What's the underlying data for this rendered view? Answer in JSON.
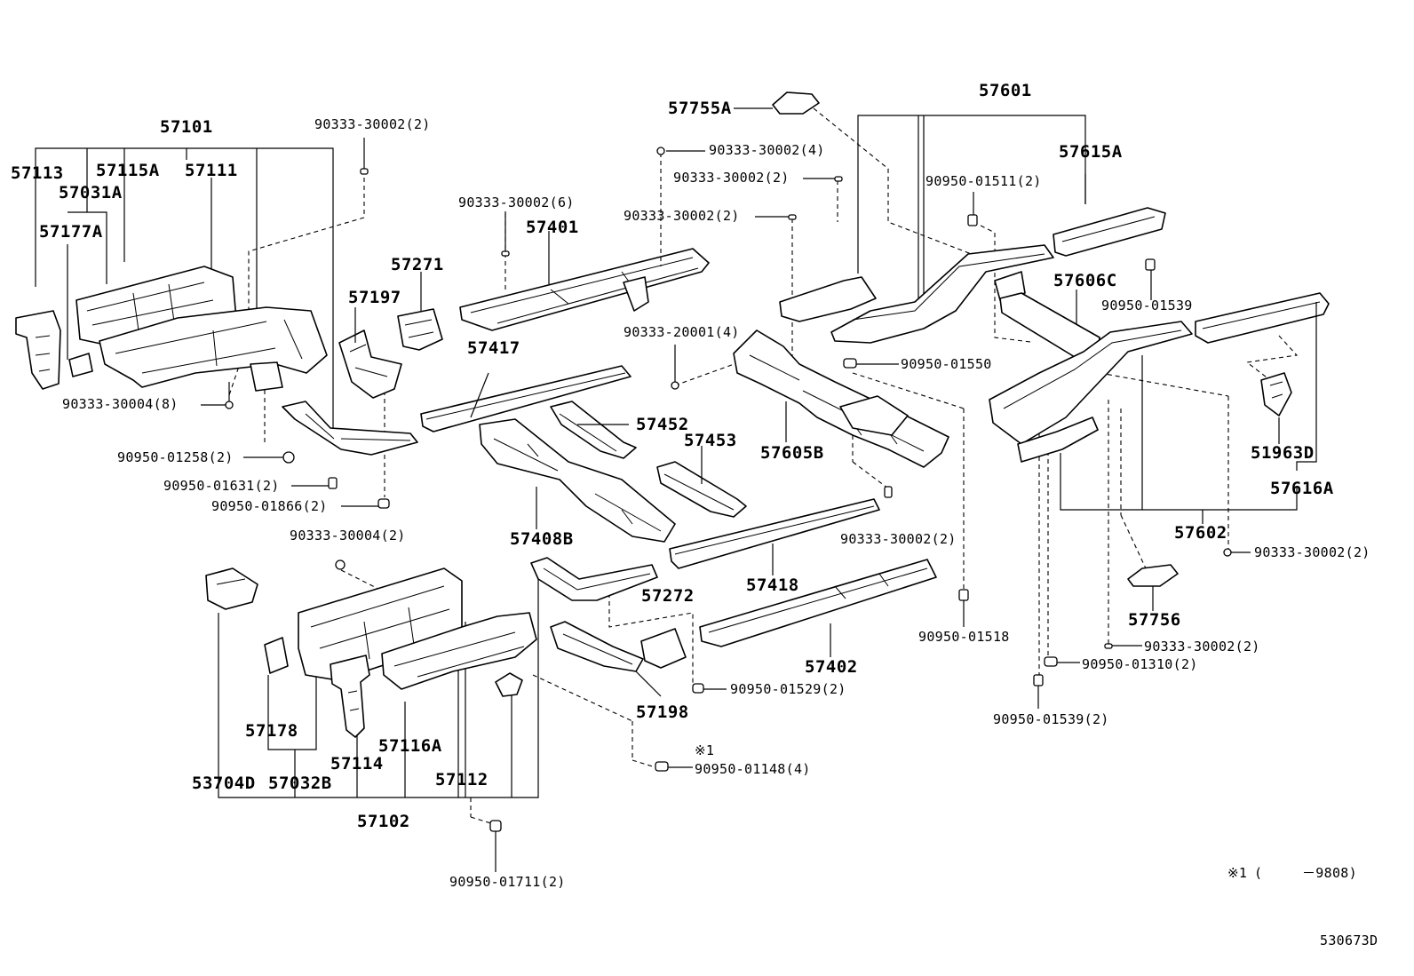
{
  "labels": [
    {
      "id": "p57101",
      "text": "57101",
      "size": "big"
    },
    {
      "id": "p57113",
      "text": "57113",
      "size": "big"
    },
    {
      "id": "p57115A",
      "text": "57115A",
      "size": "big"
    },
    {
      "id": "p57111",
      "text": "57111",
      "size": "big"
    },
    {
      "id": "p57031A",
      "text": "57031A",
      "size": "big"
    },
    {
      "id": "p57177A",
      "text": "57177A",
      "size": "big"
    },
    {
      "id": "f90333_30002_2_a",
      "text": "90333-30002(2)",
      "size": "small"
    },
    {
      "id": "f90333_30004_8",
      "text": "90333-30004(8)",
      "size": "small"
    },
    {
      "id": "f90950_01258_2",
      "text": "90950-01258(2)",
      "size": "small"
    },
    {
      "id": "f90950_01631_2",
      "text": "90950-01631(2)",
      "size": "small"
    },
    {
      "id": "f90950_01866_2",
      "text": "90950-01866(2)",
      "size": "small"
    },
    {
      "id": "p57197",
      "text": "57197",
      "size": "big"
    },
    {
      "id": "p57271",
      "text": "57271",
      "size": "big"
    },
    {
      "id": "f90333_30002_6",
      "text": "90333-30002(6)",
      "size": "small"
    },
    {
      "id": "p57401",
      "text": "57401",
      "size": "big"
    },
    {
      "id": "p57417",
      "text": "57417",
      "size": "big"
    },
    {
      "id": "p57755A",
      "text": "57755A",
      "size": "big"
    },
    {
      "id": "f90333_30002_4",
      "text": "90333-30002(4)",
      "size": "small"
    },
    {
      "id": "f90333_30002_2_b",
      "text": "90333-30002(2)",
      "size": "small"
    },
    {
      "id": "f90333_30002_2_c",
      "text": "90333-30002(2)",
      "size": "small"
    },
    {
      "id": "f90333_20001_4",
      "text": "90333-20001(4)",
      "size": "small"
    },
    {
      "id": "p57452",
      "text": "57452",
      "size": "big"
    },
    {
      "id": "p57453",
      "text": "57453",
      "size": "big"
    },
    {
      "id": "p57605B",
      "text": "57605B",
      "size": "big"
    },
    {
      "id": "p57408B",
      "text": "57408B",
      "size": "big"
    },
    {
      "id": "p57601",
      "text": "57601",
      "size": "big"
    },
    {
      "id": "p57615A",
      "text": "57615A",
      "size": "big"
    },
    {
      "id": "f90950_01511_2",
      "text": "90950-01511(2)",
      "size": "small"
    },
    {
      "id": "p57606C",
      "text": "57606C",
      "size": "big"
    },
    {
      "id": "f90950_01539",
      "text": "90950-01539",
      "size": "small"
    },
    {
      "id": "f90950_01550",
      "text": "90950-01550",
      "size": "small"
    },
    {
      "id": "p51963D",
      "text": "51963D",
      "size": "big"
    },
    {
      "id": "p57616A",
      "text": "57616A",
      "size": "big"
    },
    {
      "id": "p57602",
      "text": "57602",
      "size": "big"
    },
    {
      "id": "f90333_30002_2_d",
      "text": "90333-30002(2)",
      "size": "small"
    },
    {
      "id": "f90333_30002_2_e",
      "text": "90333-30002(2)",
      "size": "small"
    },
    {
      "id": "p57756",
      "text": "57756",
      "size": "big"
    },
    {
      "id": "f90333_30002_2_f",
      "text": "90333-30002(2)",
      "size": "small"
    },
    {
      "id": "f90950_01310_2",
      "text": "90950-01310(2)",
      "size": "small"
    },
    {
      "id": "f90950_01539_2",
      "text": "90950-01539(2)",
      "size": "small"
    },
    {
      "id": "f90950_01518",
      "text": "90950-01518",
      "size": "small"
    },
    {
      "id": "p57418",
      "text": "57418",
      "size": "big"
    },
    {
      "id": "p57402",
      "text": "57402",
      "size": "big"
    },
    {
      "id": "f90333_30004_2",
      "text": "90333-30004(2)",
      "size": "small"
    },
    {
      "id": "p57272",
      "text": "57272",
      "size": "big"
    },
    {
      "id": "f90950_01529_2",
      "text": "90950-01529(2)",
      "size": "small"
    },
    {
      "id": "p57198",
      "text": "57198",
      "size": "big"
    },
    {
      "id": "note_mark",
      "text": "※1",
      "size": "small"
    },
    {
      "id": "f90950_01148_4",
      "text": "90950-01148(4)",
      "size": "small"
    },
    {
      "id": "p57178",
      "text": "57178",
      "size": "big"
    },
    {
      "id": "p57114",
      "text": "57114",
      "size": "big"
    },
    {
      "id": "p57116A",
      "text": "57116A",
      "size": "big"
    },
    {
      "id": "p57112",
      "text": "57112",
      "size": "big"
    },
    {
      "id": "p53704D",
      "text": "53704D",
      "size": "big"
    },
    {
      "id": "p57032B",
      "text": "57032B",
      "size": "big"
    },
    {
      "id": "p57102",
      "text": "57102",
      "size": "big"
    },
    {
      "id": "f90950_01711_2",
      "text": "90950-01711(2)",
      "size": "small"
    }
  ],
  "footnote": {
    "mark": "※1",
    "open": "(",
    "range": "－9808)"
  },
  "diagram_code": "530673D"
}
